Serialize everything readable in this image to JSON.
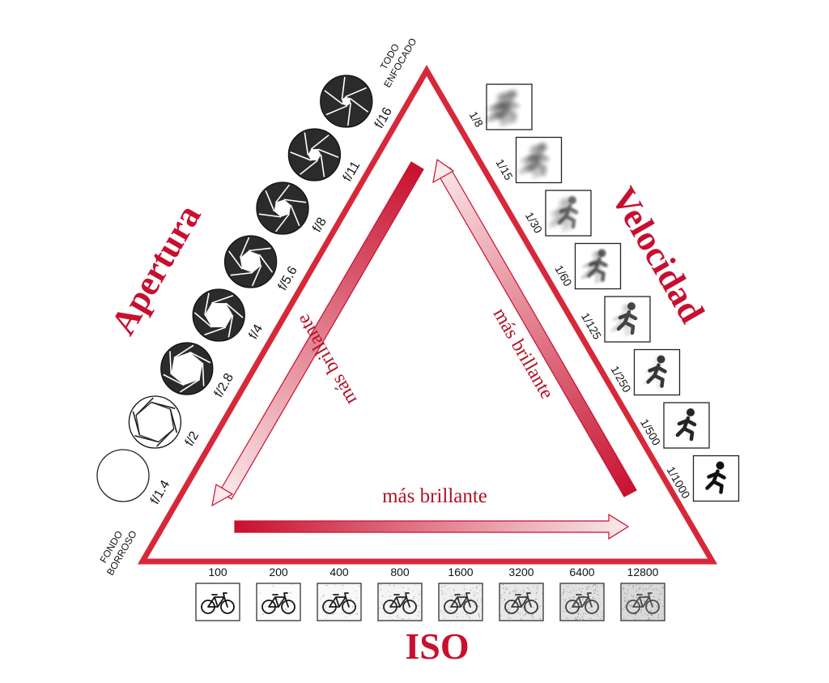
{
  "labels": {
    "apertura": "Apertura",
    "velocidad": "Velocidad",
    "iso": "ISO",
    "todo_enfocado_1": "TODO",
    "todo_enfocado_2": "ENFOCADO",
    "fondo_borroso_1": "FONDO",
    "fondo_borroso_2": "BORROSO"
  },
  "arrows": {
    "left": "más brillante",
    "right": "más brillante",
    "bottom": "más brillante"
  },
  "aperture_stops": [
    {
      "label": "f/1.4",
      "open": 1.0
    },
    {
      "label": "f/2",
      "open": 0.86
    },
    {
      "label": "f/2.8",
      "open": 0.72
    },
    {
      "label": "f/4",
      "open": 0.6
    },
    {
      "label": "f/5.6",
      "open": 0.48
    },
    {
      "label": "f/8",
      "open": 0.38
    },
    {
      "label": "f/11",
      "open": 0.28
    },
    {
      "label": "f/16",
      "open": 0.2
    }
  ],
  "shutter_speeds": [
    {
      "label": "1/8",
      "blur": 1.0
    },
    {
      "label": "1/15",
      "blur": 0.85
    },
    {
      "label": "1/30",
      "blur": 0.7
    },
    {
      "label": "1/60",
      "blur": 0.55
    },
    {
      "label": "1/125",
      "blur": 0.4
    },
    {
      "label": "1/250",
      "blur": 0.28
    },
    {
      "label": "1/500",
      "blur": 0.15
    },
    {
      "label": "1/1000",
      "blur": 0.0
    }
  ],
  "iso_values": [
    {
      "label": "100",
      "noise": 0.0
    },
    {
      "label": "200",
      "noise": 0.05
    },
    {
      "label": "400",
      "noise": 0.12
    },
    {
      "label": "800",
      "noise": 0.2
    },
    {
      "label": "1600",
      "noise": 0.3
    },
    {
      "label": "3200",
      "noise": 0.42
    },
    {
      "label": "6400",
      "noise": 0.55
    },
    {
      "label": "12800",
      "noise": 0.7
    }
  ],
  "colors": {
    "accent": "#c8102e",
    "arrow_light": "#f9e3e5",
    "shape": "#2b2b2b"
  },
  "icons": {
    "aperture": "aperture-icon",
    "shutter": "running-person-icon",
    "iso": "bicycle-icon"
  }
}
